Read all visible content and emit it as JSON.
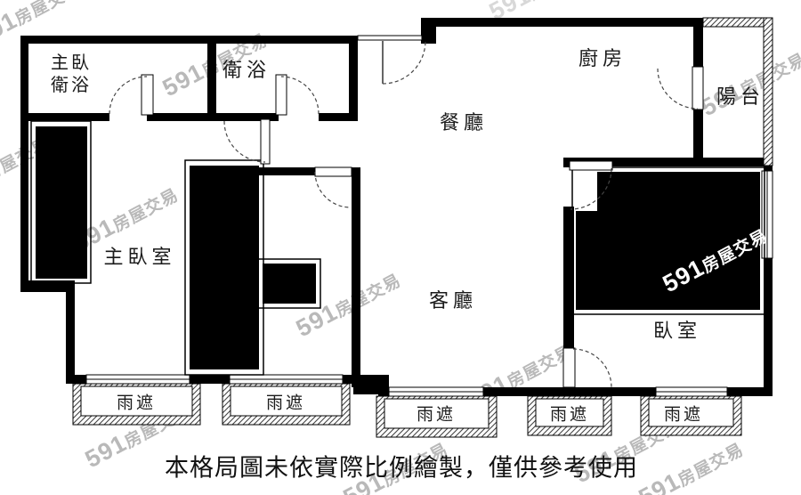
{
  "watermark": {
    "num": "591",
    "cjk": "房屋交易"
  },
  "rooms": {
    "master_bath_line1": "主臥",
    "master_bath_line2": "衛浴",
    "bath": "衛浴",
    "kitchen": "廚房",
    "balcony": "陽台",
    "dining": "餐廳",
    "master_bedroom": "主臥室",
    "living": "客廳",
    "bedroom": "臥室"
  },
  "rain_covers": [
    {
      "label": "雨遮"
    },
    {
      "label": "雨遮"
    },
    {
      "label": "雨遮"
    },
    {
      "label": "雨遮"
    },
    {
      "label": "雨遮"
    }
  ],
  "caption": "本格局圖未依實際比例繪製，僅供參考使用",
  "colors": {
    "wall": "#000000",
    "watermark_gray": "#b9b9b9",
    "watermark_white": "#ffffff",
    "text": "#1a1a1a"
  }
}
